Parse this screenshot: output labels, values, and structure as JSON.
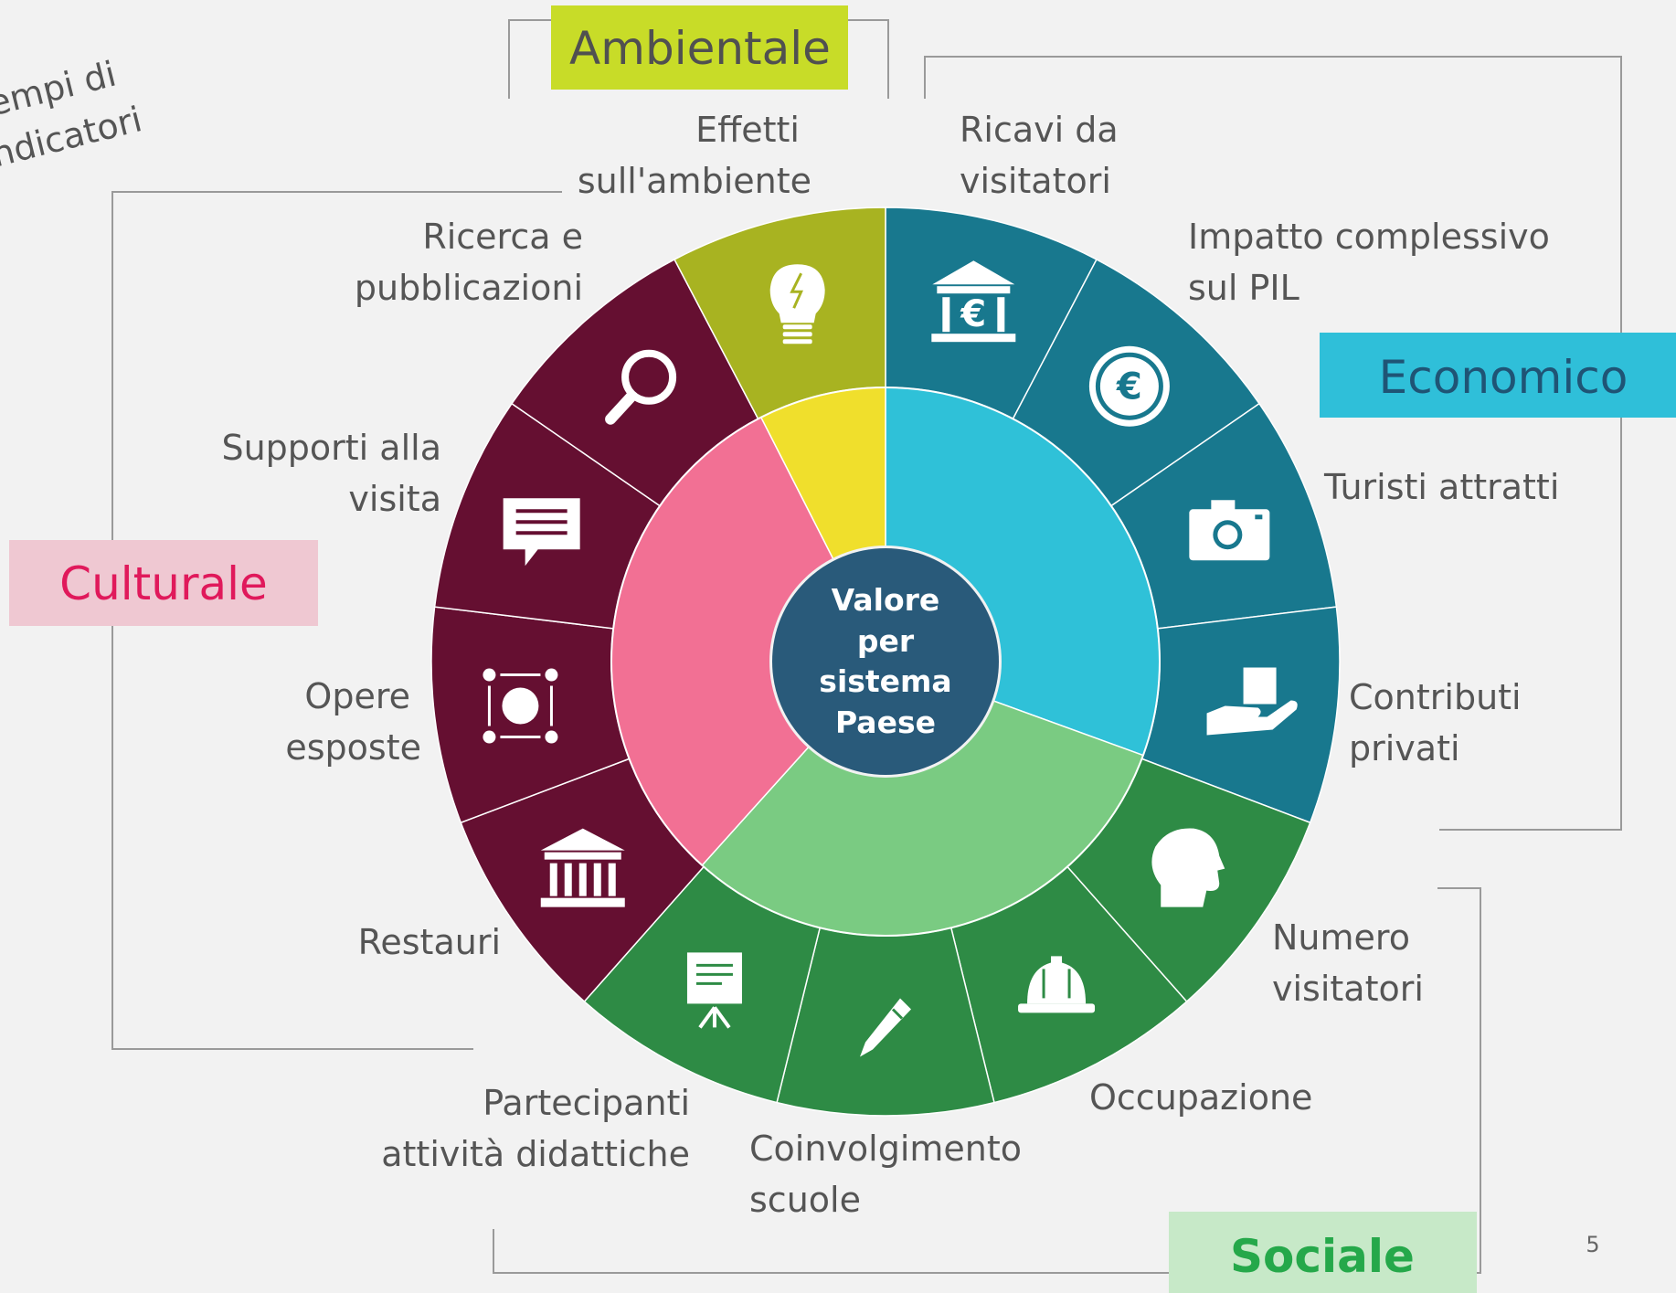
{
  "slide": {
    "corner_text": [
      "empi di",
      "ndicatori"
    ],
    "page_number": "5"
  },
  "center": {
    "lines": [
      "Valore",
      "per",
      "sistema",
      "Paese"
    ],
    "color": "#295a7a"
  },
  "categories": [
    {
      "key": "ambientale",
      "label": "Ambientale",
      "text_color": "#505050",
      "box_color": "#c8dc28",
      "inner_color": "#f0df2c",
      "outer_color": "#a8b321"
    },
    {
      "key": "economico",
      "label": "Economico",
      "text_color": "#1f5475",
      "box_color": "#2fbfd9",
      "inner_color": "#2fc1d8",
      "outer_color": "#18788e"
    },
    {
      "key": "sociale",
      "label": "Sociale",
      "text_color": "#25a84a",
      "box_color": "#c7e9c8",
      "inner_color": "#7acb82",
      "outer_color": "#2e8b45"
    },
    {
      "key": "culturale",
      "label": "Culturale",
      "text_color": "#e0195b",
      "box_color": "#efc8d2",
      "inner_color": "#f27094",
      "outer_color": "#650f31"
    }
  ],
  "indicators": [
    {
      "label": [
        "Ricavi da",
        "visitatori"
      ],
      "icon": "bank-euro-icon",
      "category": "economico"
    },
    {
      "label": [
        "Impatto complessivo",
        "sul PIL"
      ],
      "icon": "euro-coin-icon",
      "category": "economico"
    },
    {
      "label": [
        "Turisti attratti"
      ],
      "icon": "camera-icon",
      "category": "economico"
    },
    {
      "label": [
        "Contributi",
        "privati"
      ],
      "icon": "hand-box-icon",
      "category": "economico"
    },
    {
      "label": [
        "Numero",
        "visitatori"
      ],
      "icon": "head-icon",
      "category": "sociale"
    },
    {
      "label": [
        "Occupazione"
      ],
      "icon": "hard-hat-icon",
      "category": "sociale"
    },
    {
      "label": [
        "Coinvolgimento",
        "scuole"
      ],
      "icon": "pen-icon",
      "category": "sociale"
    },
    {
      "label": [
        "Partecipanti",
        "attività didattiche"
      ],
      "icon": "presentation-board-icon",
      "category": "sociale"
    },
    {
      "label": [
        "Restauri"
      ],
      "icon": "museum-icon",
      "category": "culturale"
    },
    {
      "label": [
        "Opere",
        "esposte"
      ],
      "icon": "artwork-icon",
      "category": "culturale"
    },
    {
      "label": [
        "Supporti alla",
        "visita"
      ],
      "icon": "speech-bubble-icon",
      "category": "culturale"
    },
    {
      "label": [
        "Ricerca e",
        "pubblicazioni"
      ],
      "icon": "magnifier-icon",
      "category": "culturale"
    },
    {
      "label": [
        "Effetti",
        "sull'ambiente"
      ],
      "icon": "lightbulb-icon",
      "category": "ambientale"
    }
  ]
}
